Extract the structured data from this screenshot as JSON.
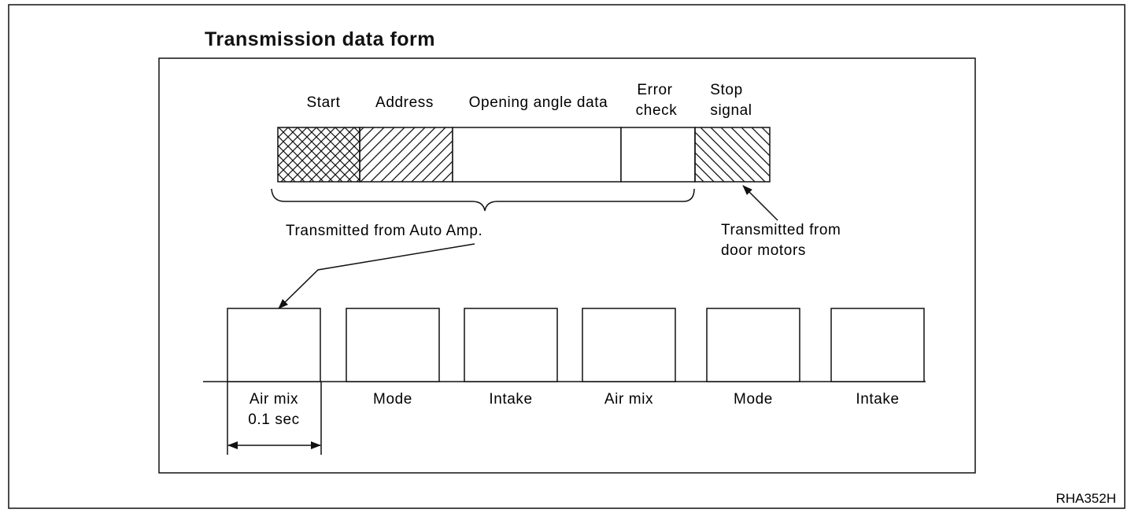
{
  "title": "Transmission data form",
  "frame_segments": {
    "start": "Start",
    "address": "Address",
    "opening_angle": "Opening angle data",
    "error_check": [
      "Error",
      "check"
    ],
    "stop_signal": [
      "Stop",
      "signal"
    ]
  },
  "annotations": {
    "from_auto_amp": "Transmitted from Auto Amp.",
    "from_door_motors": [
      "Transmitted from",
      "door motors"
    ]
  },
  "timeline": {
    "pulses": [
      {
        "label": "Air mix",
        "sublabel": "0.1 sec"
      },
      {
        "label": "Mode"
      },
      {
        "label": "Intake"
      },
      {
        "label": "Air mix"
      },
      {
        "label": "Mode"
      },
      {
        "label": "Intake"
      }
    ]
  },
  "figure_code": "RHA352H"
}
